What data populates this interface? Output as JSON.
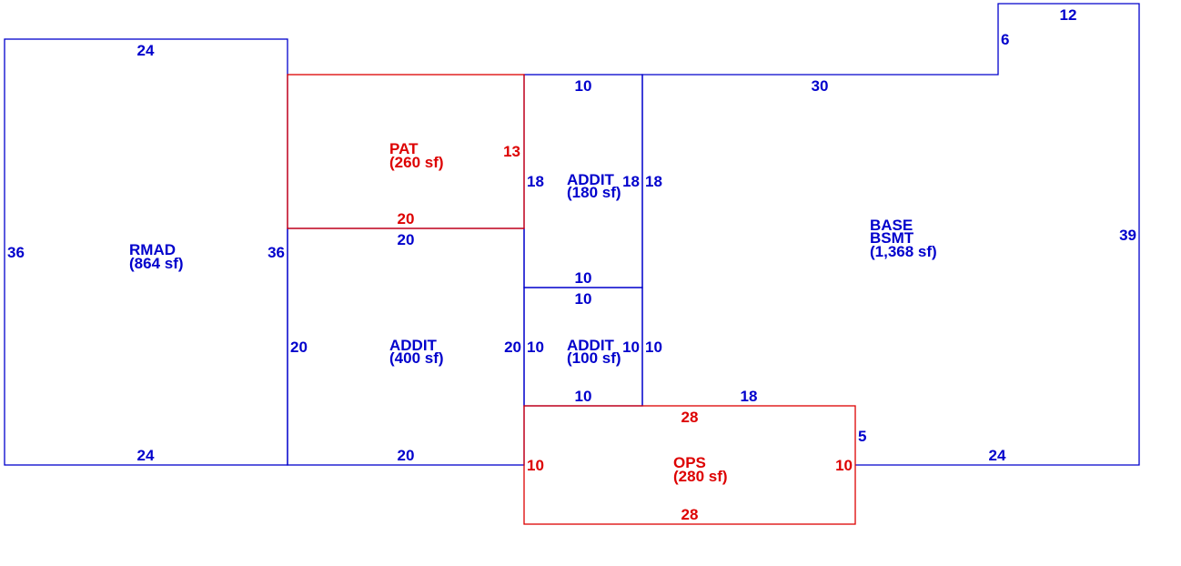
{
  "colors": {
    "blue": "#0000cc",
    "red": "#dd0000",
    "background": "#ffffff"
  },
  "areas": {
    "rmad": {
      "name": "RMAD",
      "area": "(864 sf)"
    },
    "pat": {
      "name": "PAT",
      "area": "(260 sf)"
    },
    "addit_top": {
      "name": "ADDIT",
      "area": "(180 sf)"
    },
    "addit_large": {
      "name": "ADDIT",
      "area": "(400 sf)"
    },
    "addit_small": {
      "name": "ADDIT",
      "area": "(100 sf)"
    },
    "base": {
      "name_line1": "BASE",
      "name_line2": "BSMT",
      "area": "(1,368 sf)"
    },
    "ops": {
      "name": "OPS",
      "area": "(280 sf)"
    }
  },
  "dimensions": {
    "rmad_top": "24",
    "rmad_left": "36",
    "rmad_right": "36",
    "rmad_bottom": "24",
    "pat_right": "13",
    "pat_bottom": "20",
    "addit_large_top": "20",
    "addit_large_left": "20",
    "addit_large_right": "20",
    "addit_large_bottom": "20",
    "addit_top_top": "10",
    "addit_top_left": "18",
    "addit_top_right": "18",
    "addit_top_bottom": "10",
    "addit_small_top": "10",
    "addit_small_left": "10",
    "addit_small_right": "10",
    "addit_small_bottom": "10",
    "base_top": "30",
    "base_notch_height": "6",
    "base_notch_width": "12",
    "base_left": "18",
    "base_right": "39",
    "base_lower_left": "10",
    "base_step_top": "18",
    "base_step_side": "5",
    "base_bottom": "24",
    "ops_top": "28",
    "ops_left": "10",
    "ops_right": "10",
    "ops_bottom": "28"
  }
}
